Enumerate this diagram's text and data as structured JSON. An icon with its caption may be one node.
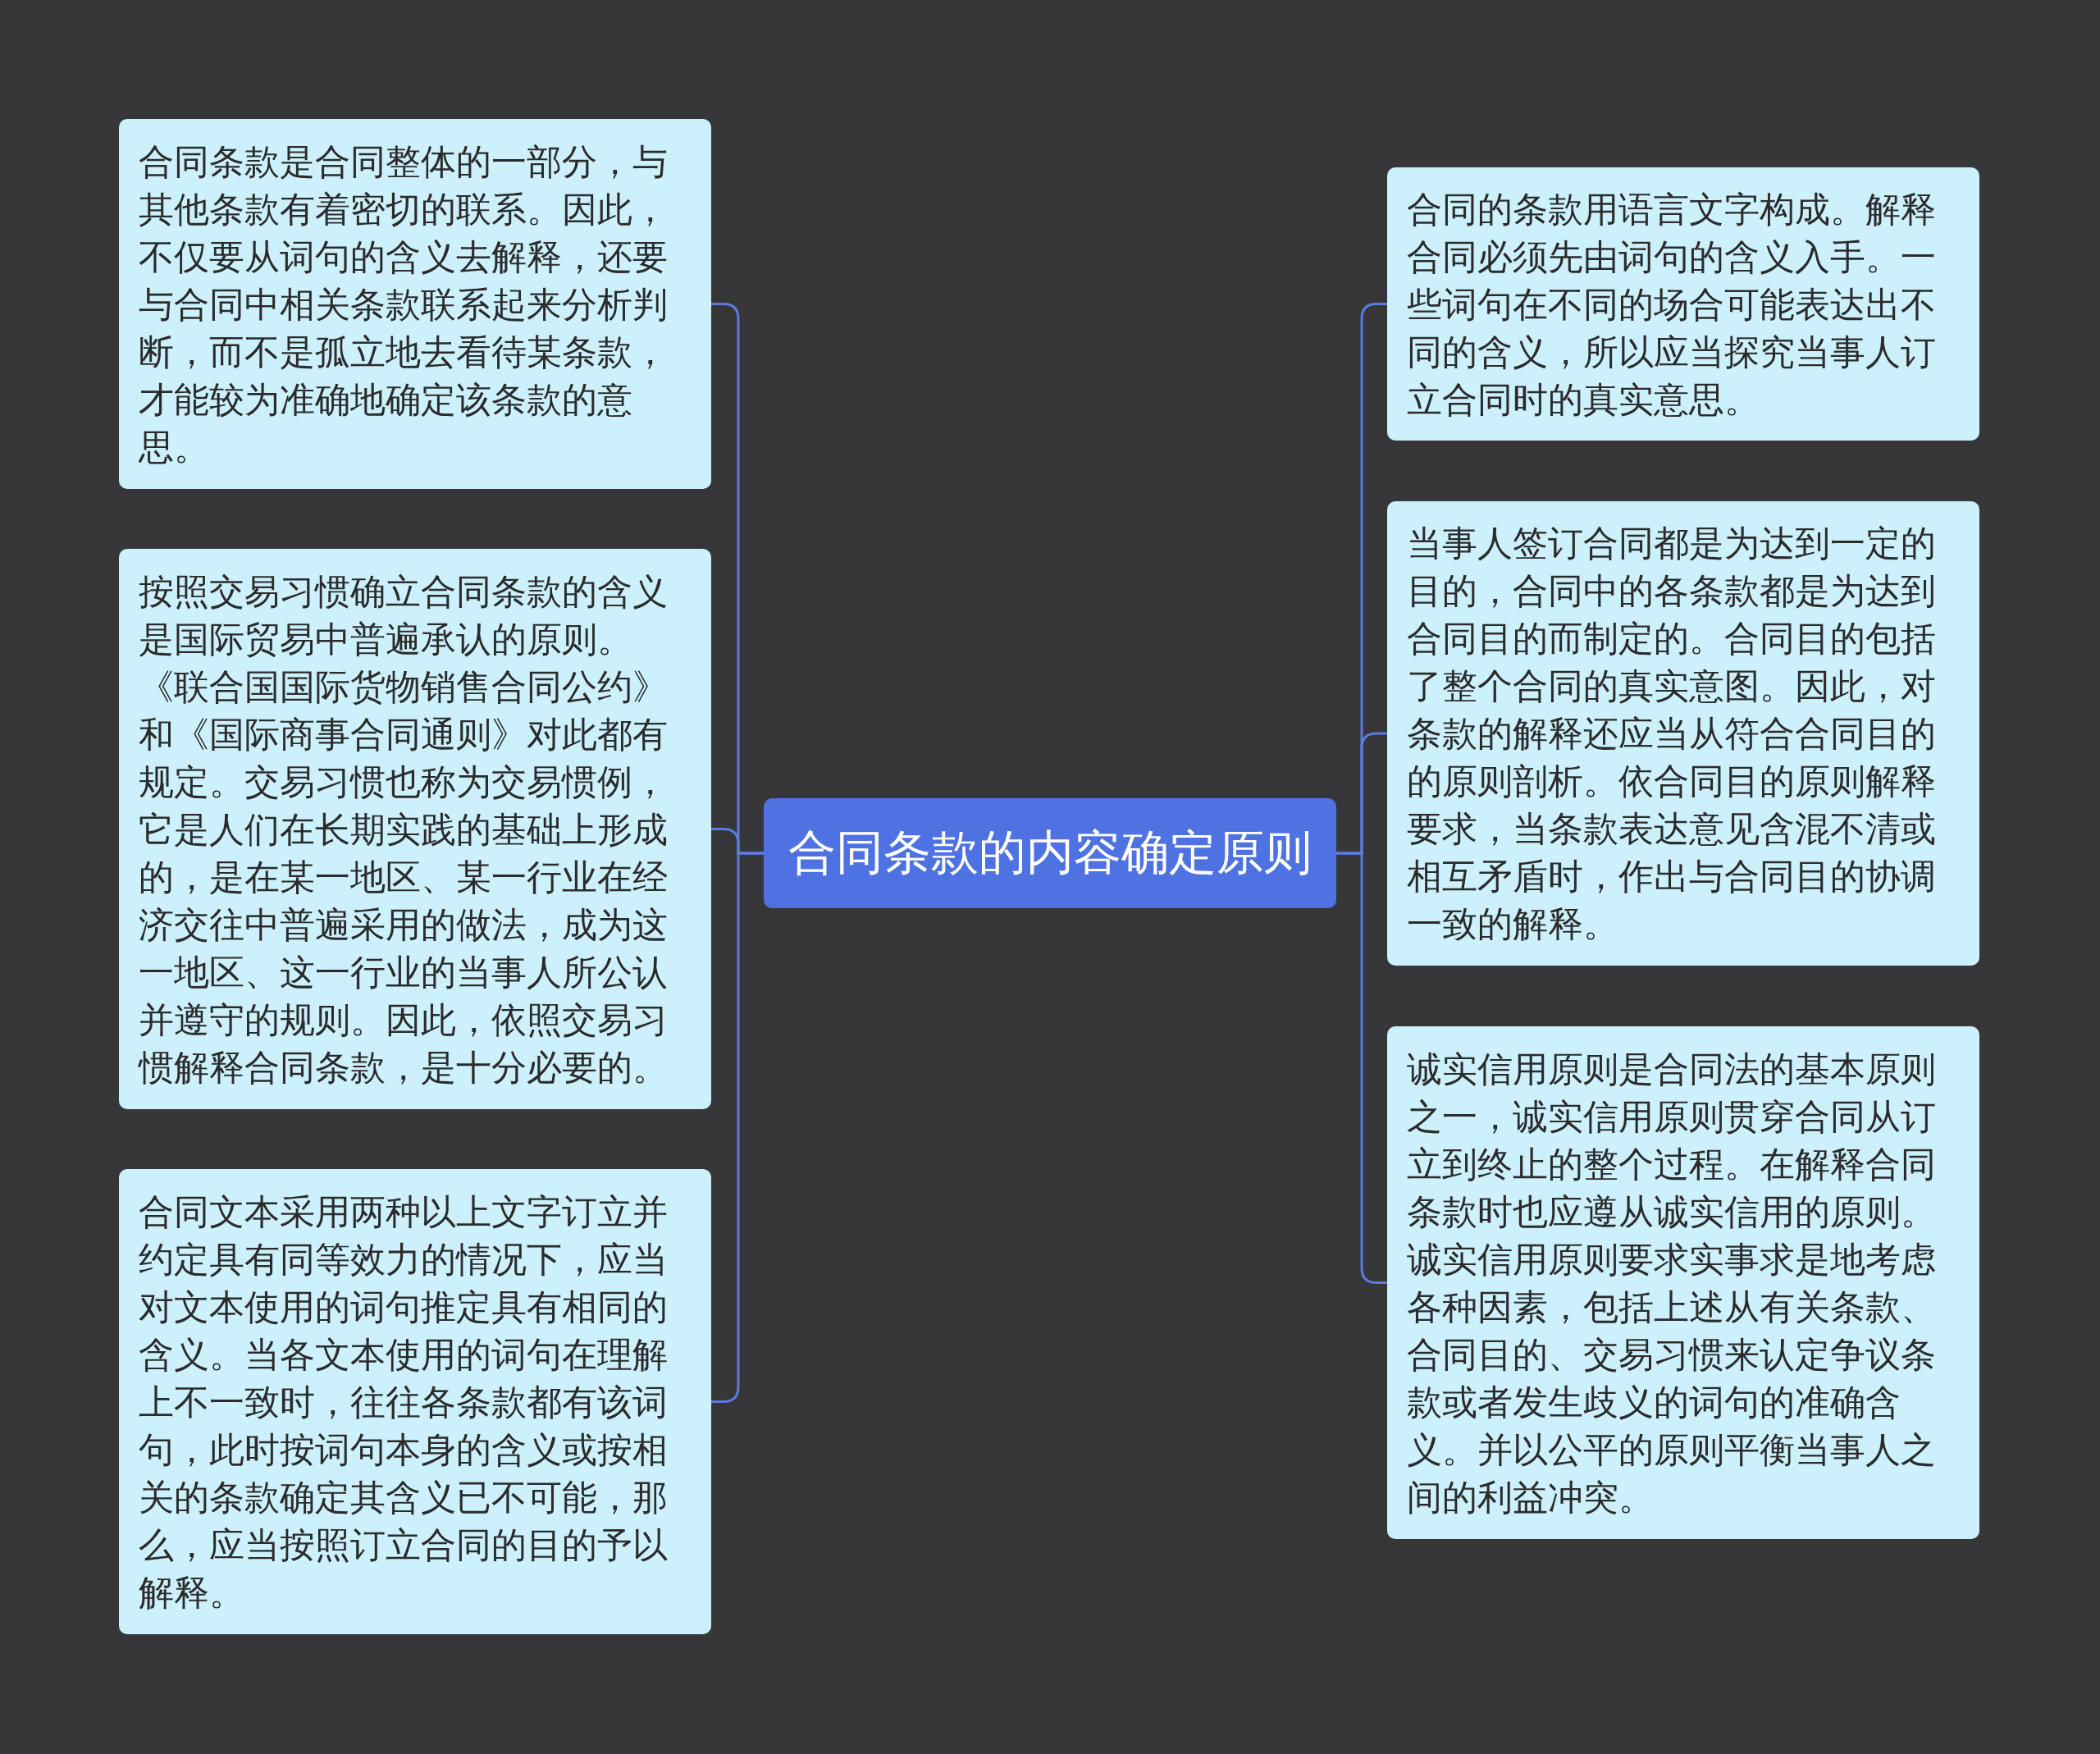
{
  "diagram": {
    "nodes": [
      {
        "text": [
          "合同条款的内容确定原则"
        ]
      },
      {
        "text": [
          "合同条款是合同整体的一部分，与其他条款有着密切的联系。因此，不仅要从词句的含义去解释，还要与合同中相关条款联系起来分析判断，而不是孤立地去看待某条款，才能较为准确地确定该条款的意思。"
        ]
      },
      {
        "text": [
          "按照交易习惯确立合同条款的含义是国际贸易中普遍承认的原则。《联合国国际货物销售合同公约》和《国际商事合同通则》对此都有规定。交易习惯也称为交易惯例，它是人们在长期实践的基础上形成的，是在某一地区、某一行业在经济交往中普遍采用的做法，成为这一地区、这一行业的当事人所公认并遵守的规则。因此，依照交易习惯解释合同条款，是十分必要的。"
        ]
      },
      {
        "text": [
          "合同文本采用两种以上文字订立并约定具有同等效力的情况下，应当对文本使用的词句推定具有相同的含义。当各文本使用的词句在理解上不一致时，往往各条款都有该词句，此时按词句本身的含义或按相关的条款确定其含义已不可能，那么，应当按照订立合同的目的予以解释。"
        ]
      },
      {
        "text": [
          "合同的条款用语言文字构成。解释合同必须先由词句的含义入手。一些词句在不同的场合可能表达出不同的含义，所以应当探究当事人订立合同时的真实意思。"
        ]
      },
      {
        "text": [
          "当事人签订合同都是为达到一定的目的，合同中的各条款都是为达到合同目的而制定的。合同目的包括了整个合同的真实意图。因此，对条款的解释还应当从符合合同目的的原则剖析。依合同目的原则解释要求，当条款表达意见含混不清或相互矛盾时，作出与合同目的协调一致的解释。"
        ]
      },
      {
        "text": [
          "诚实信用原则是合同法的基本原则之一，诚实信用原则贯穿合同从订立到终止的整个过程。在解释合同条款时也应遵从诚实信用的原则。诚实信用原则要求实事求是地考虑各种因素，包括上述从有关条款、合同目的、交易习惯来认定争议条款或者发生歧义的词句的准确含义。并以公平的原则平衡当事人之间的利益冲突。"
        ]
      }
    ],
    "edges": [
      {
        "from": 0,
        "to": 1,
        "arrow": "none"
      },
      {
        "from": 0,
        "to": 2,
        "arrow": "none"
      },
      {
        "from": 0,
        "to": 3,
        "arrow": "none"
      },
      {
        "from": 0,
        "to": 4,
        "arrow": "none"
      },
      {
        "from": 0,
        "to": 5,
        "arrow": "none"
      },
      {
        "from": 0,
        "to": 6,
        "arrow": "none"
      }
    ]
  }
}
